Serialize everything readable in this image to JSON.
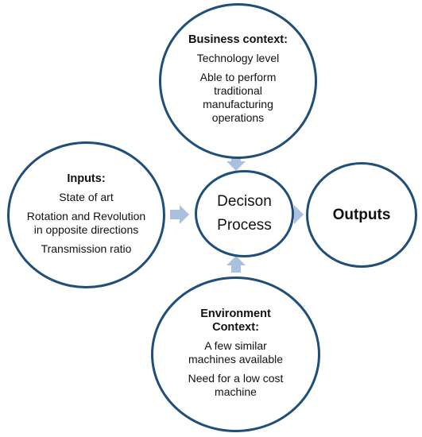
{
  "colors": {
    "circle_border": "#1f4e79",
    "arrow_fill": "#a9c0de",
    "text": "#111111",
    "background": "#ffffff"
  },
  "business": {
    "title": "Business context:",
    "items": [
      "Technology level",
      "Able to perform traditional manufacturing operations"
    ]
  },
  "inputs": {
    "title": "Inputs:",
    "items": [
      "State of art",
      "Rotation and Revolution in opposite directions",
      "Transmission ratio"
    ]
  },
  "decision": {
    "line1": "Decison",
    "line2": "Process"
  },
  "outputs": {
    "label": "Outputs"
  },
  "environment": {
    "title": "Environment Context:",
    "items": [
      "A few similar machines available",
      "Need for a low cost machine"
    ]
  }
}
